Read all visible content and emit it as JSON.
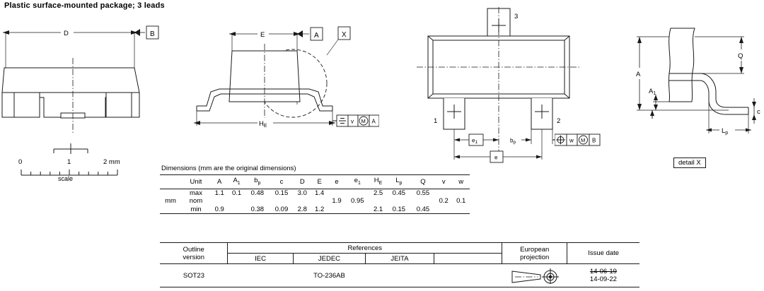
{
  "title": "Plastic surface-mounted package; 3 leads",
  "scale": {
    "ticks": [
      "0",
      "1",
      "2 mm"
    ],
    "label": "scale"
  },
  "views": {
    "top": {
      "dims": [
        "D"
      ],
      "datums": [
        "B"
      ]
    },
    "side": {
      "dims": [
        "E",
        "HE"
      ],
      "datums": [
        "A"
      ],
      "detail_callout": "X",
      "tolerance_frame": {
        "symbol": "symmetry-icon",
        "value": "v",
        "modifier": "M",
        "datum": "A"
      }
    },
    "bottom": {
      "pins": [
        "1",
        "2",
        "3"
      ],
      "dims": [
        "e1",
        "bp",
        "e"
      ],
      "tolerance_frame": {
        "symbol": "position-icon",
        "value": "w",
        "modifier": "M",
        "datum": "B"
      }
    },
    "detail": {
      "label": "detail X",
      "dims": [
        "A",
        "A1",
        "Q",
        "Lp",
        "c"
      ]
    }
  },
  "dimensions": {
    "caption": "Dimensions (mm are the original dimensions)",
    "unit_header": "Unit",
    "unit_value": "mm",
    "columns": [
      "A",
      "A1",
      "bp",
      "c",
      "D",
      "E",
      "e",
      "e1",
      "HE",
      "Lp",
      "Q",
      "v",
      "w"
    ],
    "rows": [
      {
        "label": "max",
        "values": [
          "1.1",
          "0.1",
          "0.48",
          "0.15",
          "3.0",
          "1.4",
          "",
          "",
          "2.5",
          "0.45",
          "0.55",
          "",
          ""
        ]
      },
      {
        "label": "nom",
        "values": [
          "",
          "",
          "",
          "",
          "",
          "",
          "1.9",
          "0.95",
          "",
          "",
          "",
          "0.2",
          "0.1"
        ]
      },
      {
        "label": "min",
        "values": [
          "0.9",
          "",
          "0.38",
          "0.09",
          "2.8",
          "1.2",
          "",
          "",
          "2.1",
          "0.15",
          "0.45",
          "",
          ""
        ]
      }
    ]
  },
  "references": {
    "outline_version_label_line1": "Outline",
    "outline_version_label_line2": "version",
    "references_label": "References",
    "standards": [
      "IEC",
      "JEDEC",
      "JEITA",
      ""
    ],
    "european_projection_label_line1": "European",
    "european_projection_label_line2": "projection",
    "issue_date_label": "Issue date",
    "outline_version_value": "SOT23",
    "jedec_value": "TO-236AB",
    "issue_date_old": "14-06-19",
    "issue_date_new": "14-09-22"
  },
  "colors": {
    "line": "#1a1a1a",
    "background": "#ffffff",
    "text": "#000000"
  }
}
